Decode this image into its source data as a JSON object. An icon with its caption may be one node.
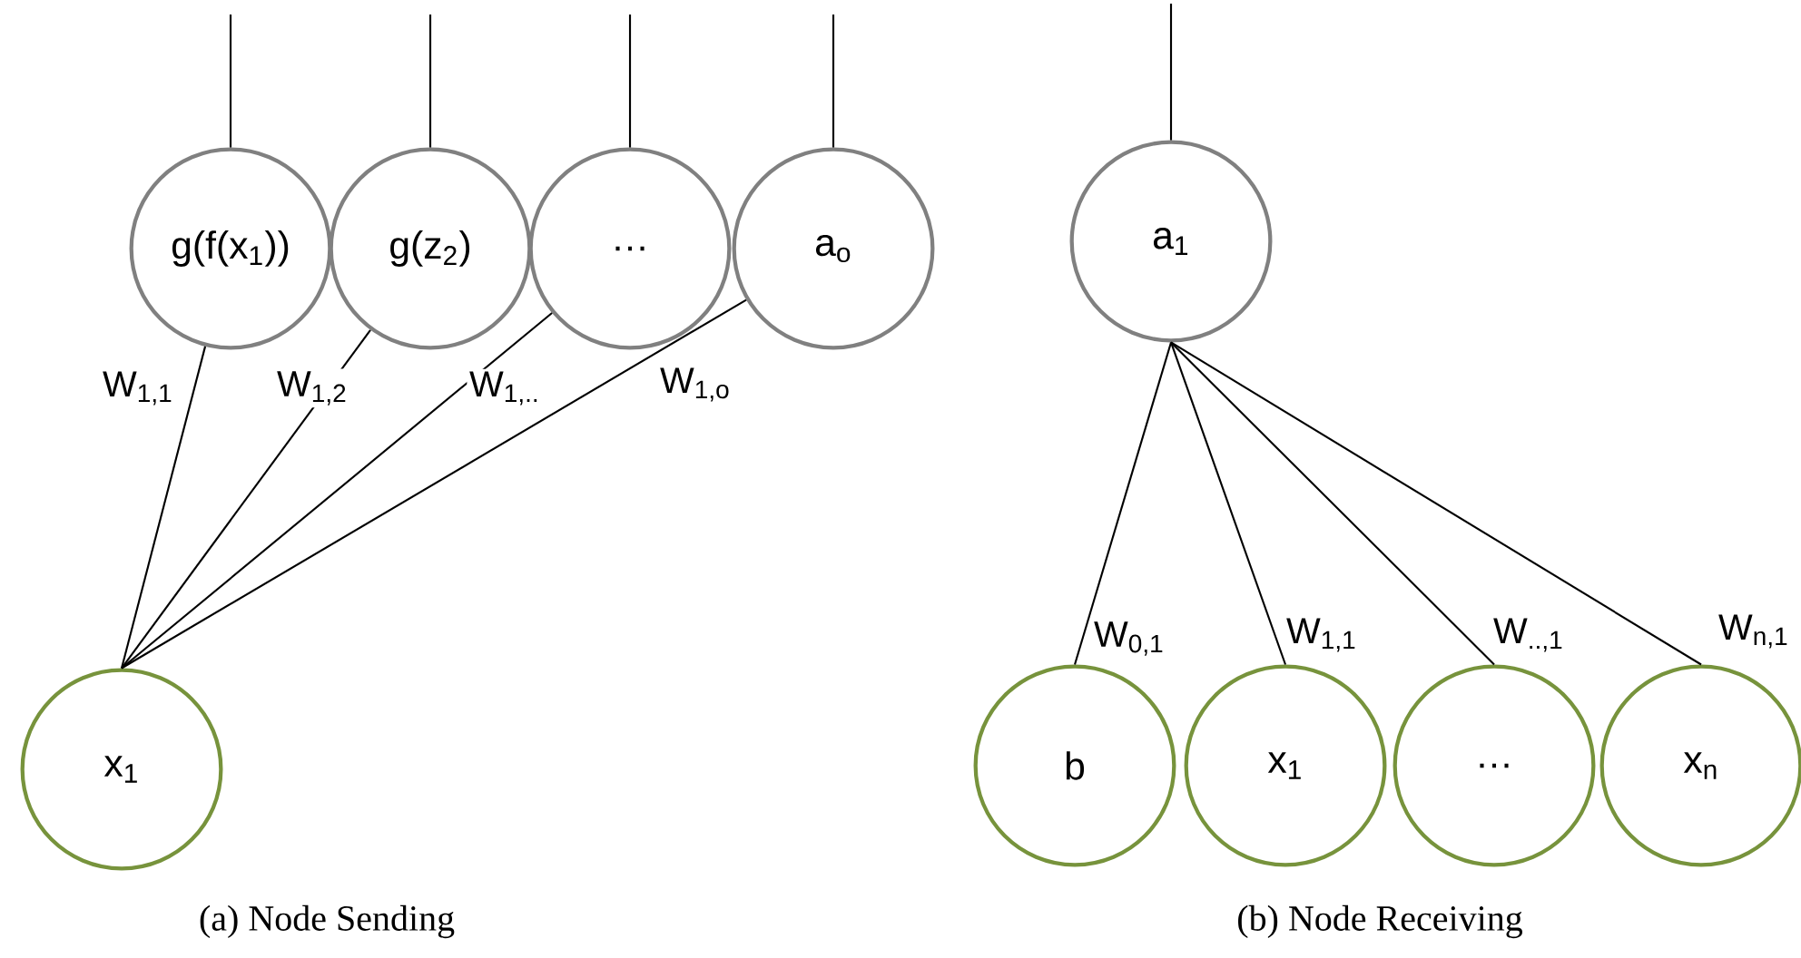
{
  "diagram": {
    "nodes": [
      {
        "text": [
          "g(f(x$_{1}$))"
        ]
      },
      {
        "text": [
          "g(z$_{2}$)"
        ]
      },
      {
        "text": [
          "…"
        ]
      },
      {
        "text": [
          "a$_{o}$"
        ]
      },
      {
        "text": [
          "x$_{1}$"
        ]
      },
      {
        "text": [
          "a$_{1}$"
        ]
      },
      {
        "text": [
          "b"
        ]
      },
      {
        "text": [
          "x$_{1}$"
        ]
      },
      {
        "text": [
          "…"
        ]
      },
      {
        "text": [
          "x$_{n}$"
        ]
      }
    ],
    "edges": [
      {
        "from": 4,
        "to": 0,
        "arrow": "none",
        "label": "W$_{1,1}$"
      },
      {
        "from": 4,
        "to": 1,
        "arrow": "none",
        "label": "W$_{1,2}$"
      },
      {
        "from": 4,
        "to": 2,
        "arrow": "none",
        "label": "W$_{1,..}$"
      },
      {
        "from": 4,
        "to": 3,
        "arrow": "none",
        "label": "W$_{1,o}$"
      },
      {
        "from": 0,
        "to": null,
        "arrow": "none"
      },
      {
        "from": 1,
        "to": null,
        "arrow": "none"
      },
      {
        "from": 2,
        "to": null,
        "arrow": "none"
      },
      {
        "from": 3,
        "to": null,
        "arrow": "none"
      },
      {
        "from": 6,
        "to": 5,
        "arrow": "none",
        "label": "W$_{0,1}$"
      },
      {
        "from": 7,
        "to": 5,
        "arrow": "none",
        "label": "W$_{1,1}$"
      },
      {
        "from": 8,
        "to": 5,
        "arrow": "none",
        "label": "W$_{..,1}$"
      },
      {
        "from": 9,
        "to": 5,
        "arrow": "none",
        "label": "W$_{n,1}$"
      },
      {
        "from": 5,
        "to": null,
        "arrow": "none"
      }
    ],
    "labels": [
      "(a) Node Sending",
      "(b) Node Receiving"
    ]
  }
}
